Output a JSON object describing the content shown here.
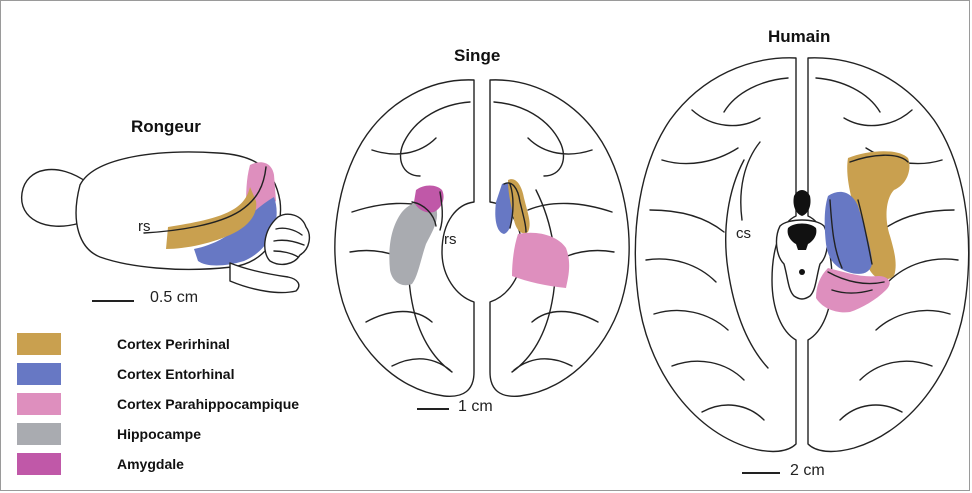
{
  "panels": {
    "rodent": {
      "title": "Rongeur",
      "sulcus_label": "rs",
      "scale_label": "0.5 cm"
    },
    "monkey": {
      "title": "Singe",
      "sulcus_label": "rs",
      "scale_label": "1 cm"
    },
    "human": {
      "title": "Humain",
      "sulcus_label": "cs",
      "scale_label": "2 cm"
    }
  },
  "legend": [
    {
      "label": "Cortex Perirhinal",
      "color": "#c9a04f"
    },
    {
      "label": "Cortex Entorhinal",
      "color": "#6778c4"
    },
    {
      "label": "Cortex Parahippocampique",
      "color": "#de8fbe"
    },
    {
      "label": "Hippocampe",
      "color": "#a9abb0"
    },
    {
      "label": "Amygdale",
      "color": "#c058a8"
    }
  ]
}
